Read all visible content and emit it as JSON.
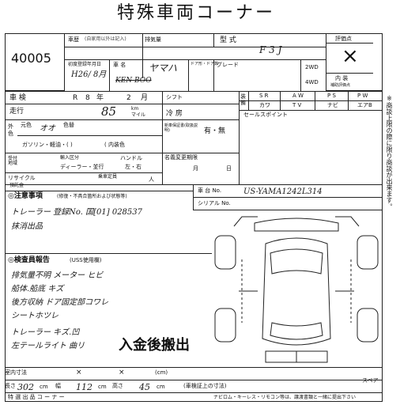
{
  "header": {
    "title": "特殊車両コーナー"
  },
  "lot": {
    "number": "40005"
  },
  "row1": {
    "shaken_label": "車歴",
    "shaken_note": "(自家用以外は記入)",
    "displacement_label": "排気量",
    "model_label": "型 式",
    "model_value": "F 3 J",
    "eval_label": "評価点"
  },
  "row2": {
    "first_reg_label": "初度登録年月日",
    "first_reg_value": "H26/ 8月",
    "name_label": "車 名",
    "name_value": "ヤマハ",
    "name_strike": "KEN BOO",
    "doors_label": "ドア形・ドア数",
    "grade_label": "グレード",
    "drive_2wd": "2WD",
    "drive_4wd": "4WD",
    "interior_label": "内 装",
    "interior_sub": "補助評価点"
  },
  "row3": {
    "inspection_label": "車 検",
    "era": "R",
    "year": "8",
    "year_unit": "年",
    "month": "2",
    "month_unit": "月",
    "shift_label": "シフト"
  },
  "equip": {
    "headers": [
      "S R",
      "A W",
      "P S",
      "P W"
    ],
    "values": [
      "カワ",
      "T V",
      "ナビ",
      "エアB"
    ],
    "row_label": "装備"
  },
  "mileage": {
    "label": "走行",
    "value": "85",
    "unit_km": "km",
    "unit_mile": "マイル"
  },
  "ac": {
    "label": "冷 房"
  },
  "sales": {
    "label": "セールスポイント"
  },
  "exterior": {
    "label": "外色",
    "orig_label": "元色",
    "color_label": "色替",
    "color_value": "オオ",
    "fuel_label": "ガソリン・軽油・( )",
    "fuel_note": "( 内装色"
  },
  "warranty": {
    "label": "新車保証書(取扱説明)",
    "value": "有・無",
    "recycle_label": "リサイクル"
  },
  "import": {
    "label": "輸入区分",
    "dealer_value": "ディーラー・並行",
    "steer_label": "ハンドル",
    "steer_value": "左・右",
    "cap_label": "乗車定員",
    "person_unit": "人",
    "name_change_label": "名義変更期限",
    "month_unit": "月",
    "day_unit": "日"
  },
  "recycle": {
    "label": "リサイクル",
    "note": "預託金"
  },
  "caution": {
    "label": "◎注意事項",
    "note": "(修復・不具合箇所および状態等)",
    "line1": "トレーラー 登録No. 国[01] 028537",
    "line2": "抹消出品"
  },
  "chassis": {
    "label": "車 台 No.",
    "value": "US-YAMA1242L314",
    "serial_label": "シリアル No."
  },
  "inspector": {
    "label": "◎検査員報告",
    "note": "(USS使用欄)",
    "lines": [
      "排気量不明   メーター ヒビ",
      "船体.船底 キズ",
      "後方収納 ドア固定部コワレ",
      "シートホツレ",
      "トレーラー キズ.凹",
      "左テールライト 曲リ"
    ]
  },
  "stamp": {
    "text": "入金後搬出"
  },
  "dims": {
    "note": "(車検証上の寸法)",
    "length_label": "長さ",
    "length_value": "302",
    "width_label": "幅",
    "width_value": "112",
    "height_label": "高さ",
    "height_value": "45",
    "unit": "cm",
    "interior_label": "室内寸法",
    "spare_label": "スペア",
    "x1": "×",
    "x2": "×"
  },
  "footer": {
    "left": "特 選 出 品 コ ー ナ ー",
    "right": "ナビロム・キーレス・リモコン等は、譲渡書類と一緒に提出下さい"
  },
  "side": {
    "text": "※商談上限の際に限り商談が出来ます。"
  }
}
